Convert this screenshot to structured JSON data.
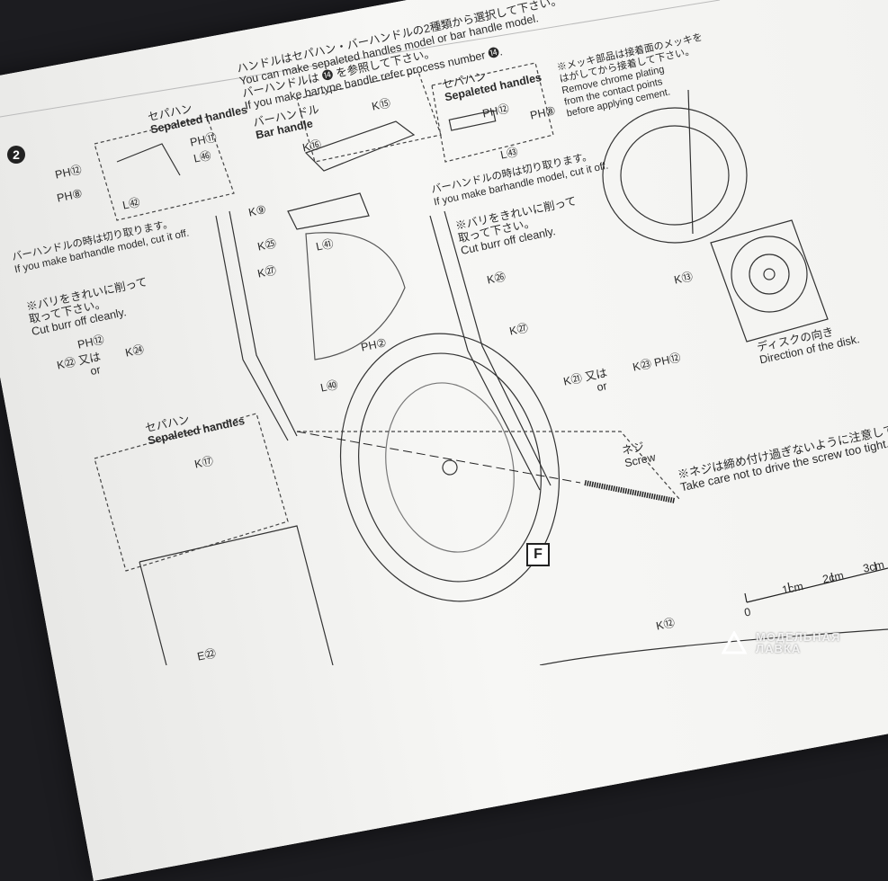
{
  "step": {
    "number": "2"
  },
  "intro": {
    "jp1": "ハンドルはセパハン・バーハンドルの2種類から選択して下さい。",
    "en1": "You can make sepaleted handles model or bar handle model.",
    "jp2": "バーハンドルは ⓮ を参照して下さい。",
    "en2": "If you make bartype handle refer process number ⓮."
  },
  "bar_handle": {
    "jp": "バーハンドル",
    "en": "Bar handle"
  },
  "sep_top_right": {
    "jp": "セパハン",
    "en": "Sepaleted handles"
  },
  "sep_top_left": {
    "jp": "セパハン",
    "en": "Sepaleted handles"
  },
  "sep_bottom": {
    "jp": "セパハン",
    "en": "Sepaleted handles"
  },
  "chrome_note": {
    "jp1": "※メッキ部品は接着面のメッキを",
    "jp2": "はがしてから接着して下さい。",
    "en1": "Remove chrome plating",
    "en2": "from the contact points",
    "en3": "before applying cement."
  },
  "cut_right": {
    "jp": "バーハンドルの時は切り取ります。",
    "en": "If you make barhandle model, cut it off."
  },
  "cut_left": {
    "jp": "バーハンドルの時は切り取ります。",
    "en": "If you make barhandle model, cut it off."
  },
  "burr_right": {
    "jp1": "※バリをきれいに削って",
    "jp2": "取って下さい。",
    "en": "Cut burr off cleanly."
  },
  "burr_left": {
    "jp1": "※バリをきれいに削って",
    "jp2": "取って下さい。",
    "en": "Cut burr off cleanly."
  },
  "disk": {
    "jp": "ディスクの向き",
    "en": "Direction of the disk."
  },
  "screw": {
    "jp": "ネジ",
    "en": "Screw"
  },
  "screw_note": {
    "jp": "※ネジは締め付け過ぎないように注意して下さい。",
    "en": "Take care not to drive the screw too tight."
  },
  "parts": {
    "k15": "K⑮",
    "k16": "K⑯",
    "k9": "K⑨",
    "k25": "K㉕",
    "k27a": "K㉗",
    "k27b": "K㉗",
    "k26": "K㉖",
    "l41": "L㊶",
    "l40": "L㊵",
    "ph2": "PH②",
    "k13": "K⑬",
    "k21": "K㉑ 又は",
    "k21or": "or",
    "k23": "K㉓ PH⑫",
    "k22": "K㉒ 又は",
    "k22or": "or",
    "k24": "K㉔",
    "ph12_left": "PH⑫",
    "k17": "K⑰",
    "e22": "E㉒",
    "k12": "K⑫",
    "ph12_tr": "PH⑫",
    "ph8_tr": "PH⑧",
    "l43": "L㊸",
    "ph11": "PH⑪",
    "l46": "L㊻",
    "ph12_tl": "PH⑫",
    "ph8_tl": "PH⑧",
    "l42": "L㊷"
  },
  "callout": "F",
  "ruler": {
    "labels": [
      "0",
      "1cm",
      "2cm",
      "3cm"
    ]
  },
  "watermark": {
    "line1": "МОДЕЛЬНАЯ",
    "line2": "ЛАВКА"
  }
}
